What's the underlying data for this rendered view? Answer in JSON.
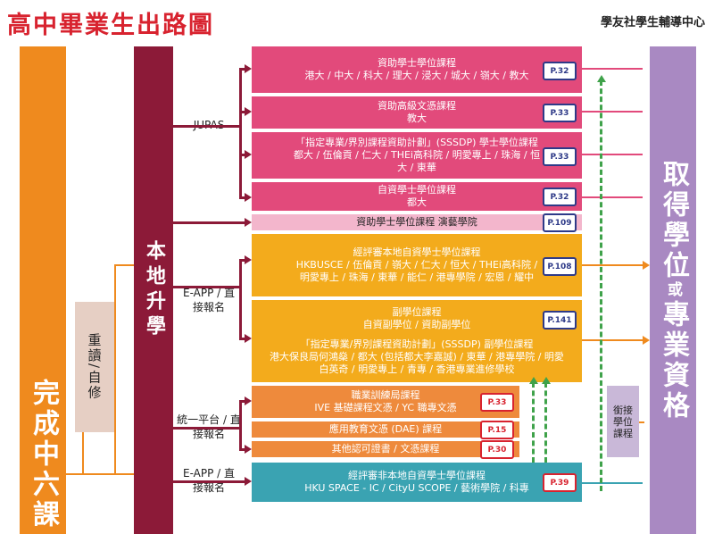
{
  "header": {
    "title": "高中畢業生出路圖",
    "org": "學友社學生輔導中心"
  },
  "columns": {
    "complete": "完成中六課",
    "repeat": "重讀/自修",
    "local": "本地升學",
    "degree_a": "取得學位",
    "degree_or": "或",
    "degree_b": "專業資格",
    "articulate": "銜接學位課程"
  },
  "routes": {
    "jupas": "JUPAS",
    "eapp1": "E-APP / 直接報名",
    "unified": "統一平台 / 直接報名",
    "eapp2": "E-APP / 直接報名"
  },
  "programs": [
    {
      "title": "資助學士學位課程",
      "body": "港大 / 中大 / 科大 / 理大 / 浸大 / 城大 / 嶺大 / 教大",
      "ref": "P.32"
    },
    {
      "title": "資助高級文憑課程",
      "body": "教大",
      "ref": "P.33"
    },
    {
      "title": "「指定專業/界別課程資助計劃」(SSSDP) 學士學位課程",
      "body": "都大 / 伍倫貢 / 仁大 / THEi高科院 / 明愛專上 / 珠海 / 恒大 / 東華",
      "ref": "P.33"
    },
    {
      "title": "自資學士學位課程",
      "body": "都大",
      "ref": "P.32"
    },
    {
      "title": "資助學士學位課程 演藝學院",
      "body": "",
      "ref": "P.109"
    },
    {
      "title": "經評審本地自資學士學位課程",
      "body": "HKBUSCE / 伍倫貢 / 嶺大 / 仁大 / 恒大 / THEi高科院 / 明愛專上 / 珠海 / 東華 / 能仁 / 港專學院 / 宏恩 / 耀中",
      "ref": "P.108"
    },
    {
      "title": "副學位課程",
      "body": "自資副學位 / 資助副學位",
      "ref": "P.141"
    },
    {
      "title": "「指定專業/界別課程資助計劃」(SSSDP) 副學位課程",
      "body": "港大保良局何鴻燊 / 都大 (包括都大李嘉誠) / 東華 / 港專學院 / 明愛白英奇 / 明愛專上 / 青專 / 香港專業進修學校",
      "ref": ""
    },
    {
      "title": "職業訓練局課程",
      "body": "IVE 基礎課程文憑 / YC 職專文憑",
      "ref": "P.33"
    },
    {
      "title": "應用教育文憑 (DAE) 課程",
      "body": "",
      "ref": "P.15"
    },
    {
      "title": "其他認可證書 / 文憑課程",
      "body": "",
      "ref": "P.30"
    },
    {
      "title": "經評審非本地自資學士學位課程",
      "body": "HKU SPACE - IC / CityU SCOPE / 藝術學院 / 科專",
      "ref": "P.39"
    }
  ],
  "colors": {
    "pink": "#e24a7b",
    "yellow": "#f3ab1c",
    "orange": "#ee8a3c",
    "teal": "#3aa3b2",
    "maroon": "#8c1a38",
    "purple": "#a989c2"
  }
}
